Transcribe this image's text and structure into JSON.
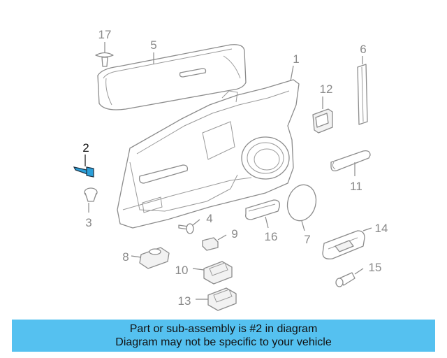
{
  "diagram": {
    "highlighted_part": "2",
    "colors": {
      "highlight": "#2b9fd9",
      "banner": "#55c1f0",
      "line_art": "#8c8c8c"
    },
    "callouts": [
      {
        "id": "c17",
        "label": "17"
      },
      {
        "id": "c5",
        "label": "5"
      },
      {
        "id": "c1",
        "label": "1"
      },
      {
        "id": "c6",
        "label": "6"
      },
      {
        "id": "c12",
        "label": "12"
      },
      {
        "id": "c2",
        "label": "2"
      },
      {
        "id": "c11",
        "label": "11"
      },
      {
        "id": "c3",
        "label": "3"
      },
      {
        "id": "c4",
        "label": "4"
      },
      {
        "id": "c9",
        "label": "9"
      },
      {
        "id": "c16",
        "label": "16"
      },
      {
        "id": "c7",
        "label": "7"
      },
      {
        "id": "c14",
        "label": "14"
      },
      {
        "id": "c8",
        "label": "8"
      },
      {
        "id": "c10",
        "label": "10"
      },
      {
        "id": "c15",
        "label": "15"
      },
      {
        "id": "c13",
        "label": "13"
      }
    ]
  },
  "banner": {
    "line1": "Part or sub-assembly is #2 in diagram",
    "line2": "Diagram may not be specific to your vehicle"
  }
}
